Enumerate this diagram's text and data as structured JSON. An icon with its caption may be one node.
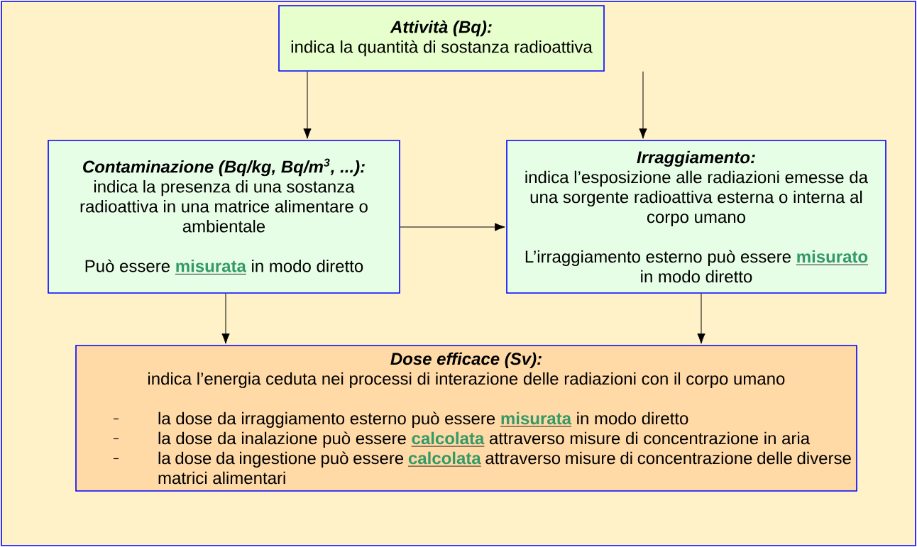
{
  "diagram": {
    "nodes": [
      {
        "text": [
          "Attività (Bq):",
          "indica la quantità di sostanza radioattiva"
        ]
      },
      {
        "text": [
          "Contaminazione (Bq/kg, Bq/m$^{3}$, ...):",
          "indica la presenza di una sostanza radioattiva in una matrice alimentare o ambientale",
          "Può essere **misurata** in modo diretto"
        ]
      },
      {
        "text": [
          "Irraggiamento:",
          "indica l’esposizione alle radiazioni emesse da una sorgente radioattiva esterna o interna al corpo umano",
          "L’irraggiamento esterno può essere **misurato** in modo diretto"
        ]
      },
      {
        "text": [
          "Dose efficace (Sv):",
          "indica l’energia ceduta nei processi di interazione delle radiazioni con il corpo umano",
          "la dose da irraggiamento esterno può essere **misurata** in modo diretto",
          "la dose da inalazione può essere **calcolata** attraverso misure di concentrazione in aria",
          "la dose da ingestione può essere **calcolata** attraverso misure di concentrazione delle diverse matrici alimentari"
        ]
      }
    ],
    "edges": [
      {
        "from": 0,
        "to": 1,
        "arrow": "to"
      },
      {
        "from": 0,
        "to": 2,
        "arrow": "to"
      },
      {
        "from": 1,
        "to": 2,
        "arrow": "to"
      },
      {
        "from": 1,
        "to": 3,
        "arrow": "to"
      },
      {
        "from": 2,
        "to": 3,
        "arrow": "to"
      }
    ]
  }
}
